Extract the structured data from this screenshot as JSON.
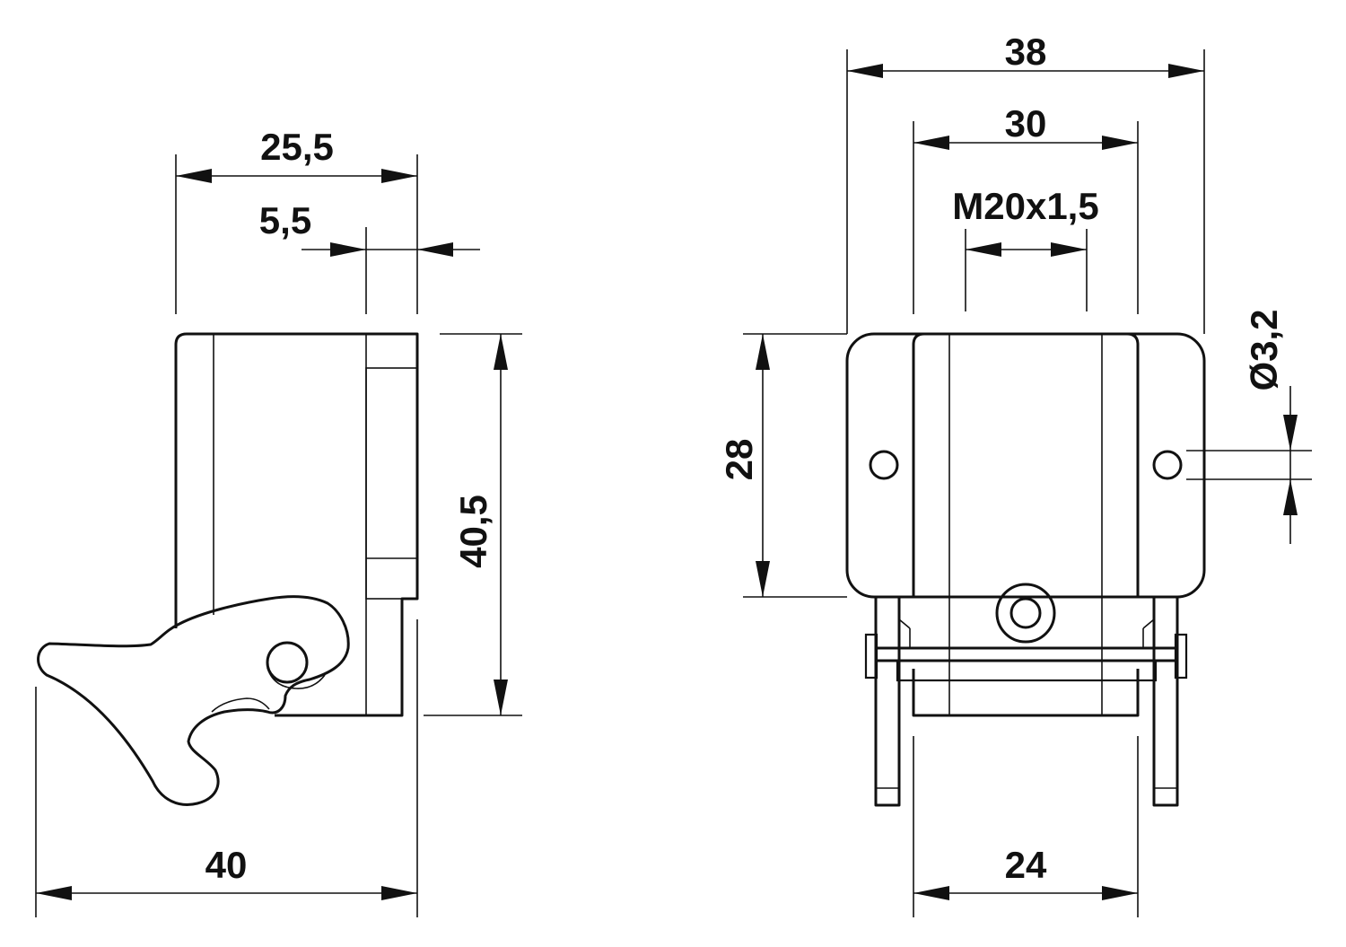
{
  "side_view": {
    "width_overall": "25,5",
    "flange_offset": "5,5",
    "height": "40,5",
    "lever_width": "40"
  },
  "front_view": {
    "width_overall": "38",
    "hole_spacing": "30",
    "thread": "M20x1,5",
    "diameter": "Ø3,2",
    "height": "28",
    "base_width": "24"
  },
  "colors": {
    "line": "#111111",
    "background": "#ffffff"
  }
}
